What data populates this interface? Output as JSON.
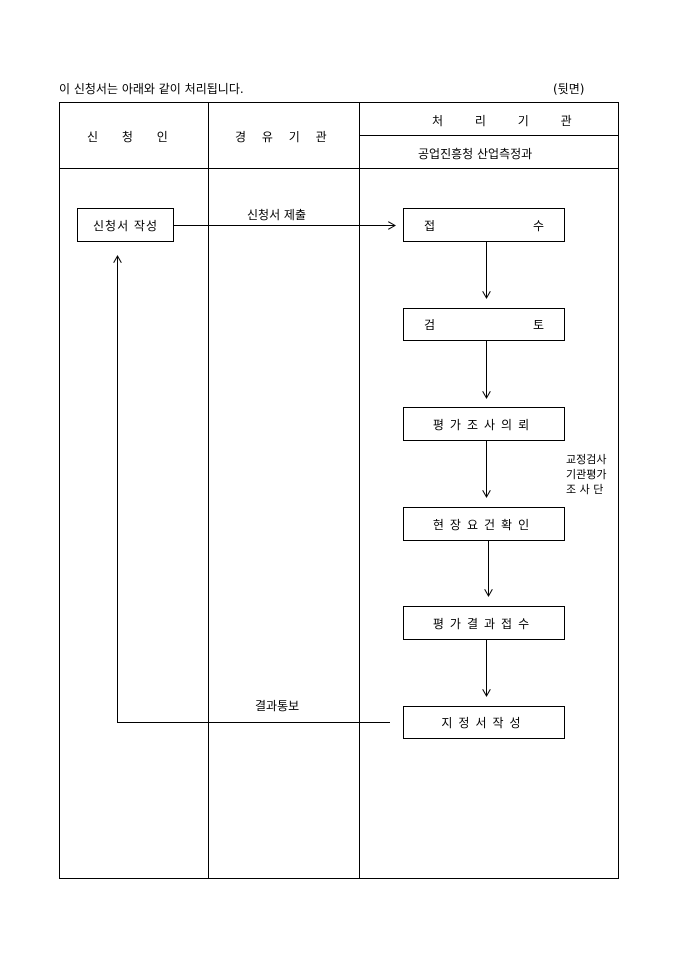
{
  "intro": "이 신청서는 아래와 같이 처리됩니다.",
  "page_side": "(뒷면)",
  "headers": {
    "applicant": "신 청 인",
    "intermediary": "경 유 기 관",
    "processor": "처 리 기 관",
    "processor_dept": "공업진흥청 산업측정과"
  },
  "applicant_box": "신청서 작성",
  "submit_label": "신청서 제출",
  "result_label": "결과통보",
  "steps": [
    {
      "left": "접",
      "right": "수"
    },
    {
      "left": "검",
      "right": "토"
    },
    {
      "label": "평가조사의뢰"
    },
    {
      "label": "현장요건확인"
    },
    {
      "label": "평가결과접수"
    },
    {
      "label": "지정서작성"
    }
  ],
  "side_note": [
    "교정검사",
    "기관평가",
    "조 사 단"
  ]
}
